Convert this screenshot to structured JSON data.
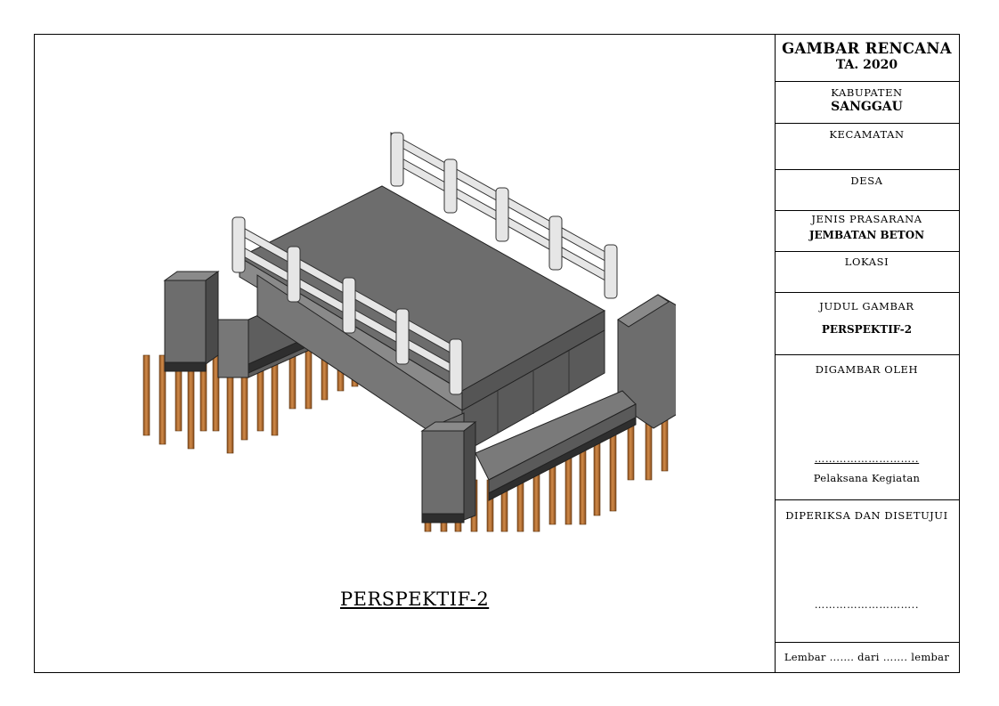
{
  "drawing": {
    "caption": "PERSPEKTIF-2"
  },
  "title_block": {
    "header_line1": "GAMBAR RENCANA",
    "header_line2": "TA. 2020",
    "kabupaten_label": "KABUPATEN",
    "kabupaten_value": "SANGGAU",
    "kecamatan_label": "KECAMATAN",
    "desa_label": "DESA",
    "jenis_label": "JENIS PRASARANA",
    "jenis_value": "JEMBATAN BETON",
    "lokasi_label": "LOKASI",
    "judul_label": "JUDUL GAMBAR",
    "judul_value": "PERSPEKTIF-2",
    "digambar_label": "DIGAMBAR OLEH",
    "digambar_dots": "………………………..",
    "digambar_role": "Pelaksana Kegiatan",
    "diperiksa_label": "DIPERIKSA DAN DISETUJUI",
    "diperiksa_dots": "………………………..",
    "lembar_text": "Lembar ……. dari ……. lembar"
  },
  "colors": {
    "concrete": "#6d6d6d",
    "concrete_light": "#8a8a8a",
    "concrete_dark": "#4a4a4a",
    "railing": "#e6e6e6",
    "pile": "#c27a3a",
    "pile_dark": "#8a4f1f"
  }
}
